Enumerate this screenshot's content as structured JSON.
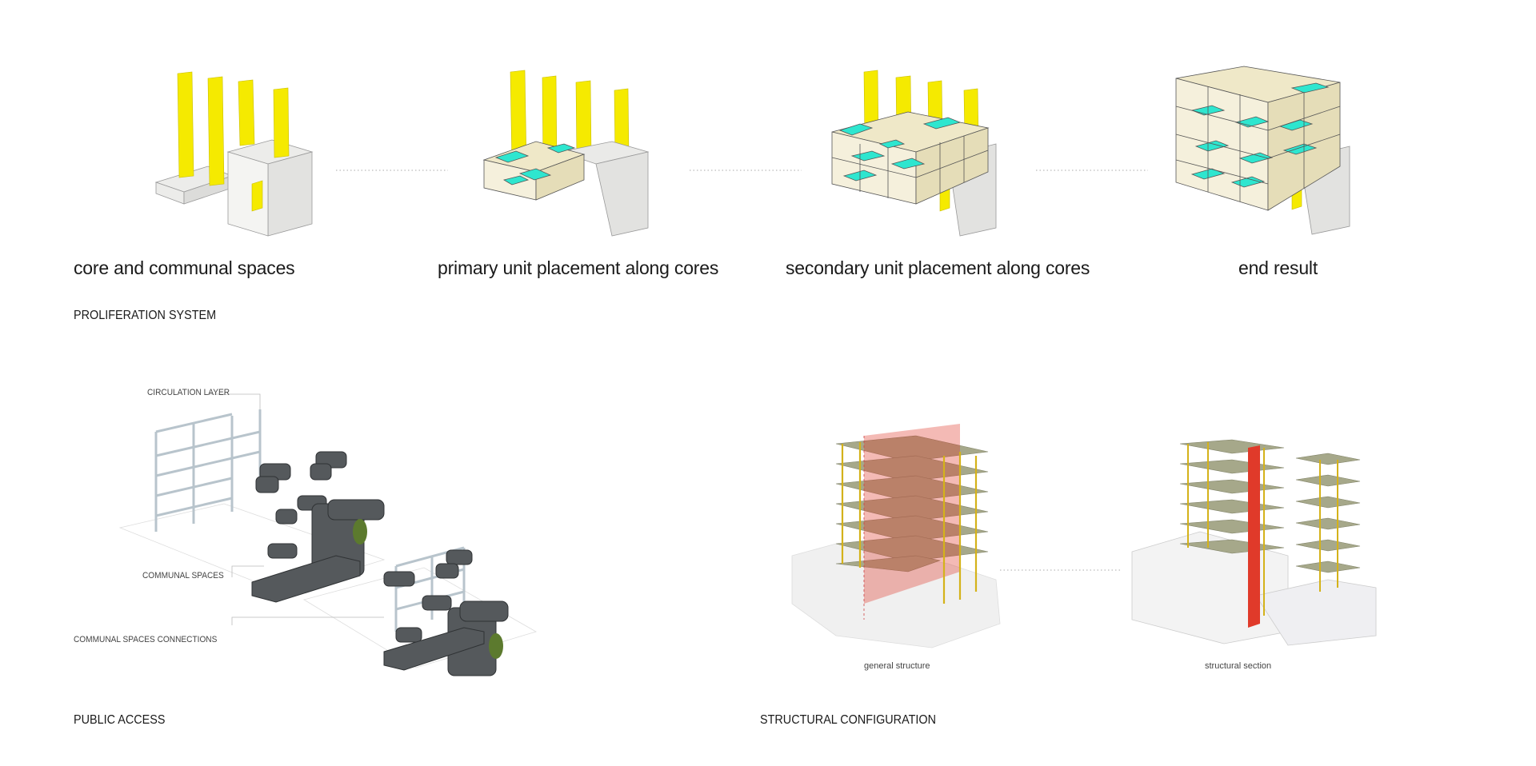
{
  "proliferation": {
    "title": "PROLIFERATION SYSTEM",
    "steps": [
      {
        "label": "core and communal spaces"
      },
      {
        "label": "primary unit placement along cores"
      },
      {
        "label": "secondary unit placement along cores"
      },
      {
        "label": "end result"
      }
    ]
  },
  "public_access": {
    "title": "PUBLIC ACCESS",
    "labels": {
      "circulation": "CIRCULATION LAYER",
      "communal": "COMMUNAL SPACES",
      "connections": "COMMUNAL SPACES CONNECTIONS"
    }
  },
  "structural": {
    "title": "STRUCTURAL CONFIGURATION",
    "captions": {
      "general": "general structure",
      "section": "structural section"
    }
  },
  "colors": {
    "core": "#f5ea00",
    "unit_floor": "#2ee6cf",
    "unit_body": "#efe8c8",
    "communal": "#e8e8e6",
    "circulation_modules": "#55595c",
    "structure_slab": "#a6a88a",
    "structure_column": "#d4b21a",
    "section_cut": "#e03a2a"
  }
}
